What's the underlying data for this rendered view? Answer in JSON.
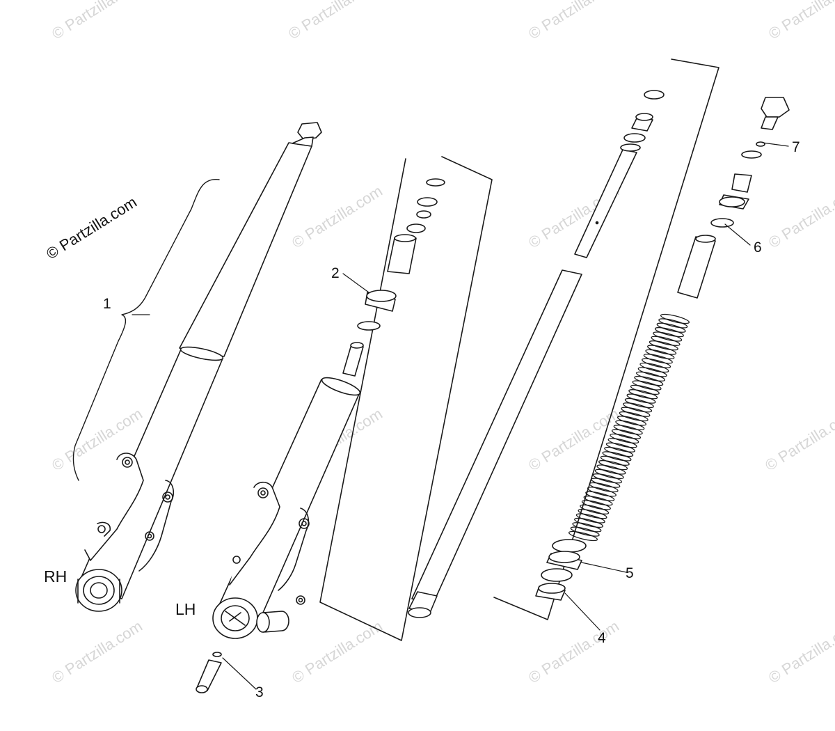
{
  "diagram": {
    "copyright": "© Partzilla.com",
    "watermark": "© Partzilla.com",
    "callouts": [
      "1",
      "2",
      "3",
      "4",
      "5",
      "6",
      "7"
    ],
    "side_labels": {
      "right": "RH",
      "left": "LH"
    }
  }
}
